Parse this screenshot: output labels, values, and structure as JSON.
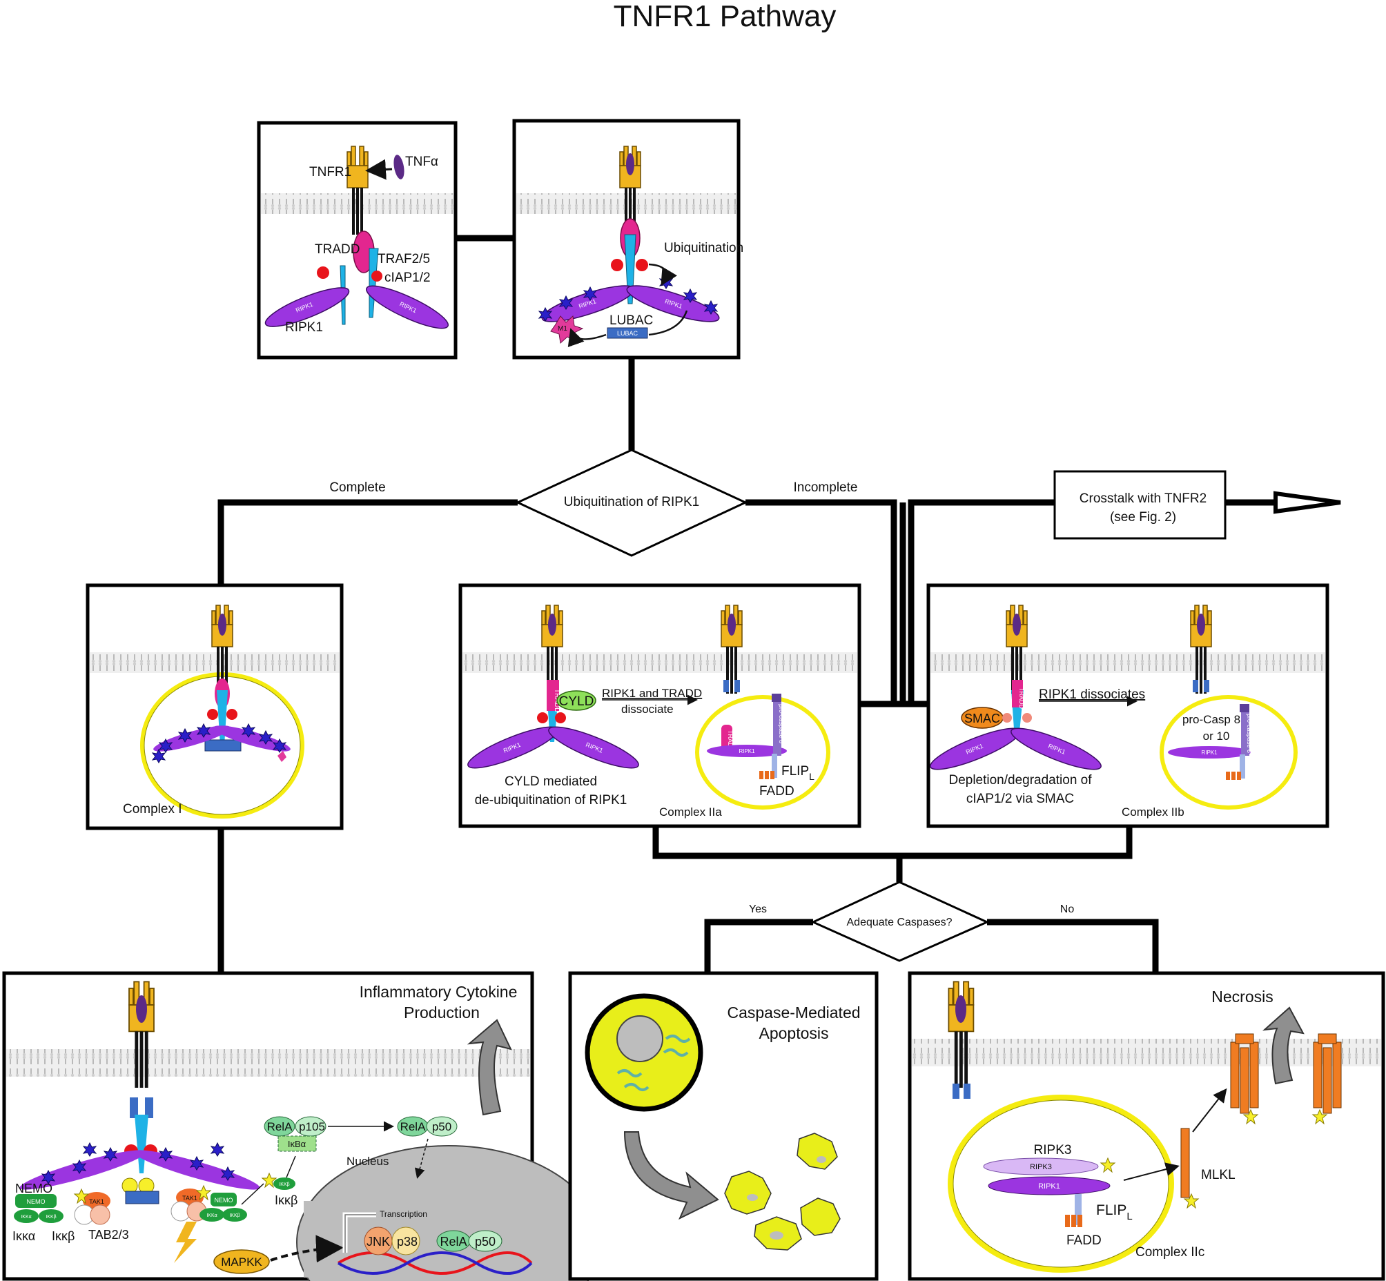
{
  "title": "TNFR1 Pathway",
  "panels": {
    "receptor": {
      "tnfr1": "TNFR1",
      "tnfa": "TNFα",
      "tradd": "TRADD",
      "traf": "TRAF2/5",
      "ciap": "cIAP1/2",
      "ripk1": "RIPK1",
      "ripk1_tag": "RIPK1"
    },
    "ubiq": {
      "ubiquitination": "Ubiquitination",
      "lubac": "LUBAC",
      "lubac_tag": "LUBAC",
      "m1": "M1",
      "ripk1_tag": "RIPK1"
    },
    "complex1": {
      "label": "Complex I"
    },
    "complex2a": {
      "cyld": "CYLD",
      "dissociate1": "RIPK1 and TRADD",
      "dissociate2": "dissociate",
      "caption1": "CYLD mediated",
      "caption2": "de-ubiquitination of RIPK1",
      "flip": "FLIP",
      "flip_sub": "L",
      "fadd": "FADD",
      "label": "Complex IIa",
      "tradd_tag": "TRADD",
      "procasp_tag": "pro-caspase 8",
      "ripk1_tag": "RIPK1"
    },
    "complex2b": {
      "smac": "SMAC",
      "dissociates": "RIPK1 dissociates",
      "procasp1": "pro-Casp 8",
      "procasp2": "or 10",
      "caption1": "Depletion/degradation of",
      "caption2": "cIAP1/2 via SMAC",
      "label": "Complex IIb",
      "tradd_tag": "TRADD",
      "procasp_tag": "pro-caspase 8",
      "ripk1_tag": "RIPK1"
    },
    "inflammatory": {
      "title1": "Inflammatory Cytokine",
      "title2": "Production",
      "nemo": "NEMO",
      "ikka": "Iκκα",
      "ikkb": "Iκκβ",
      "ikkb2": "Iκκβ",
      "tab": "TAB2/3",
      "tak1": "TAK1",
      "rela": "RelA",
      "p105": "p105",
      "ikba": "IκBα",
      "p50": "p50",
      "nucleus": "Nucleus",
      "transcription": "Transcription",
      "jnk": "JNK",
      "p38": "p38",
      "mapkk": "MAPKK",
      "nemo_tag": "NEMO",
      "ikka_tag": "IKKα",
      "ikkb_tag": "IKKβ"
    },
    "apoptosis": {
      "title1": "Caspase-Mediated",
      "title2": "Apoptosis"
    },
    "necrosis": {
      "title": "Necrosis",
      "ripk3": "RIPK3",
      "ripk3_tag": "RIPK3",
      "ripk1_tag": "RIPK1",
      "flip": "FLIP",
      "flip_sub": "L",
      "fadd": "FADD",
      "mlkl": "MLKL",
      "label": "Complex IIc"
    }
  },
  "flow": {
    "decision1": "Ubiquitination of RIPK1",
    "complete": "Complete",
    "incomplete": "Incomplete",
    "crosstalk1": "Crosstalk with TNFR2",
    "crosstalk2": "(see Fig. 2)",
    "decision2": "Adequate Caspases?",
    "yes": "Yes",
    "no": "No"
  },
  "colors": {
    "receptor": "#f0b51f",
    "ligand": "#5b2a86",
    "ripk1": "#9b35e0",
    "tradd": "#e3268f",
    "traf": "#1eb2e6",
    "ciap": "#e8141b",
    "ubiquitin": "#2a1fc8",
    "lubac": "#3b6cc4",
    "complex_ring": "#f5ec10",
    "membrane": "#d8d8d8",
    "cyld": "#8ee05a",
    "smac": "#f08a1c",
    "fadd": "#e86a1a",
    "flip": "#9fb3e6",
    "procasp": "#8a6fc9",
    "nemo": "#1f9e3c",
    "tak1": "#f06a28",
    "rela": "#7fd69b",
    "mapkk": "#f0b51f",
    "nucleus": "#bdbdbd",
    "mlkl": "#f07c22",
    "ripk3": "#d9b8f5",
    "arrow_grey": "#8f8f8f",
    "apoptotic_cell": "#e8ee1a"
  }
}
